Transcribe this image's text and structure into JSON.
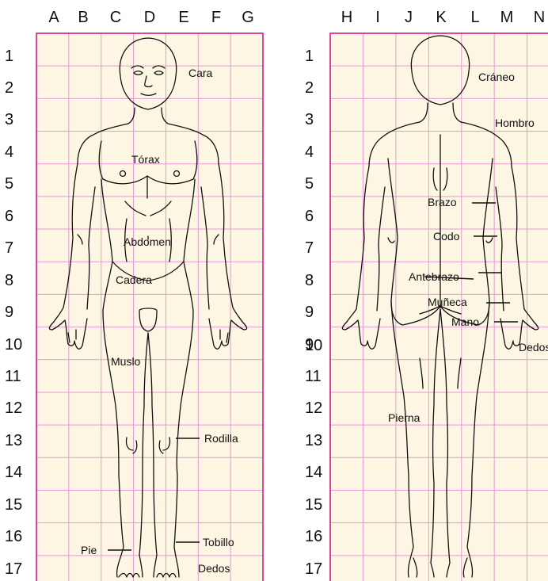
{
  "colors": {
    "grid_background": "#fcf6e2",
    "grid_line": "#e59ad6",
    "grid_border": "#d01f7f",
    "ink": "#111111"
  },
  "front_panel": {
    "columns": [
      "A",
      "B",
      "C",
      "D",
      "E",
      "F",
      "G"
    ],
    "rows": [
      "1",
      "2",
      "3",
      "4",
      "5",
      "6",
      "7",
      "8",
      "9",
      "10",
      "11",
      "12",
      "13",
      "14",
      "15",
      "16",
      "17"
    ],
    "labels": {
      "cara": "Cara",
      "torax": "Tórax",
      "abdomen": "Abdomen",
      "cadera": "Cadera",
      "muslo": "Muslo",
      "rodilla": "Rodilla",
      "pie": "Pie",
      "tobillo": "Tobillo",
      "dedos": "Dedos"
    }
  },
  "back_panel": {
    "columns": [
      "H",
      "I",
      "J",
      "K",
      "L",
      "M",
      "N"
    ],
    "rows": [
      "1",
      "2",
      "3",
      "4",
      "5",
      "6",
      "7",
      "8",
      "9",
      "9",
      "10",
      "11",
      "12",
      "13",
      "14",
      "15",
      "16",
      "17"
    ],
    "labels": {
      "craneo": "Cráneo",
      "hombro": "Hombro",
      "brazo": "Brazo",
      "codo": "Codo",
      "antebrazo": "Antebrazo",
      "muneca": "Muñeca",
      "mano": "Mano",
      "dedos": "Dedos",
      "pierna": "Pierna"
    }
  }
}
